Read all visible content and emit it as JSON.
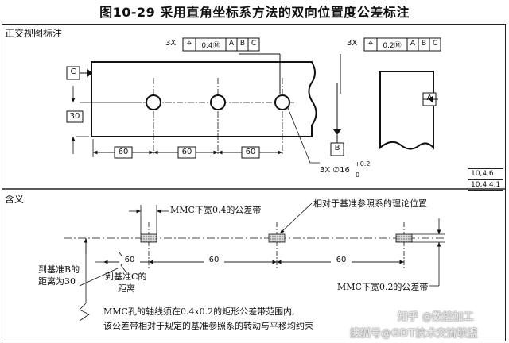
{
  "title": "图10-29  采用直角坐标系方法的双向位置度公差标注",
  "top_section": {
    "label": "正交视图标注"
  },
  "bottom_section": {
    "label": "含义"
  },
  "fcf_left": {
    "multiplier": "3X",
    "symbol": "⌖",
    "tolerance": "0.4Ⓜ",
    "datums": [
      "A",
      "B",
      "C"
    ]
  },
  "fcf_right": {
    "multiplier": "3X",
    "symbol": "⌖",
    "tolerance": "0.2Ⓜ",
    "datums": [
      "A",
      "B",
      "C"
    ]
  },
  "datum_labels": {
    "c": "C",
    "a": "A",
    "b": "B"
  },
  "dims": {
    "height": "30",
    "spacing": [
      "60",
      "60",
      "60"
    ]
  },
  "hole_callout": {
    "main": "3X ∅16",
    "upper": "+0.2",
    "lower": "0"
  },
  "ref_numbers": [
    "10,4,6",
    "10,4,4,1"
  ],
  "meaning": {
    "mmc_04": "MMC下宽0.4的公差带",
    "theory": "相对于基准参照系的理论位置",
    "mmc_02": "MMC下宽0.2的公差带",
    "dims": [
      "60",
      "60",
      "60"
    ],
    "to_b": [
      "到基准B的",
      "距离为30"
    ],
    "to_c": [
      "到基准C的",
      "距离"
    ],
    "note1": "MMC孔的轴线须在0.4x0.2的矩形公差带范围内,",
    "note2": "该公差带相对于规定的基准参照系的转动与平移均约束"
  },
  "watermarks": [
    "知乎 @数控加工",
    "搜狐号@GDT技术交流联盟"
  ]
}
